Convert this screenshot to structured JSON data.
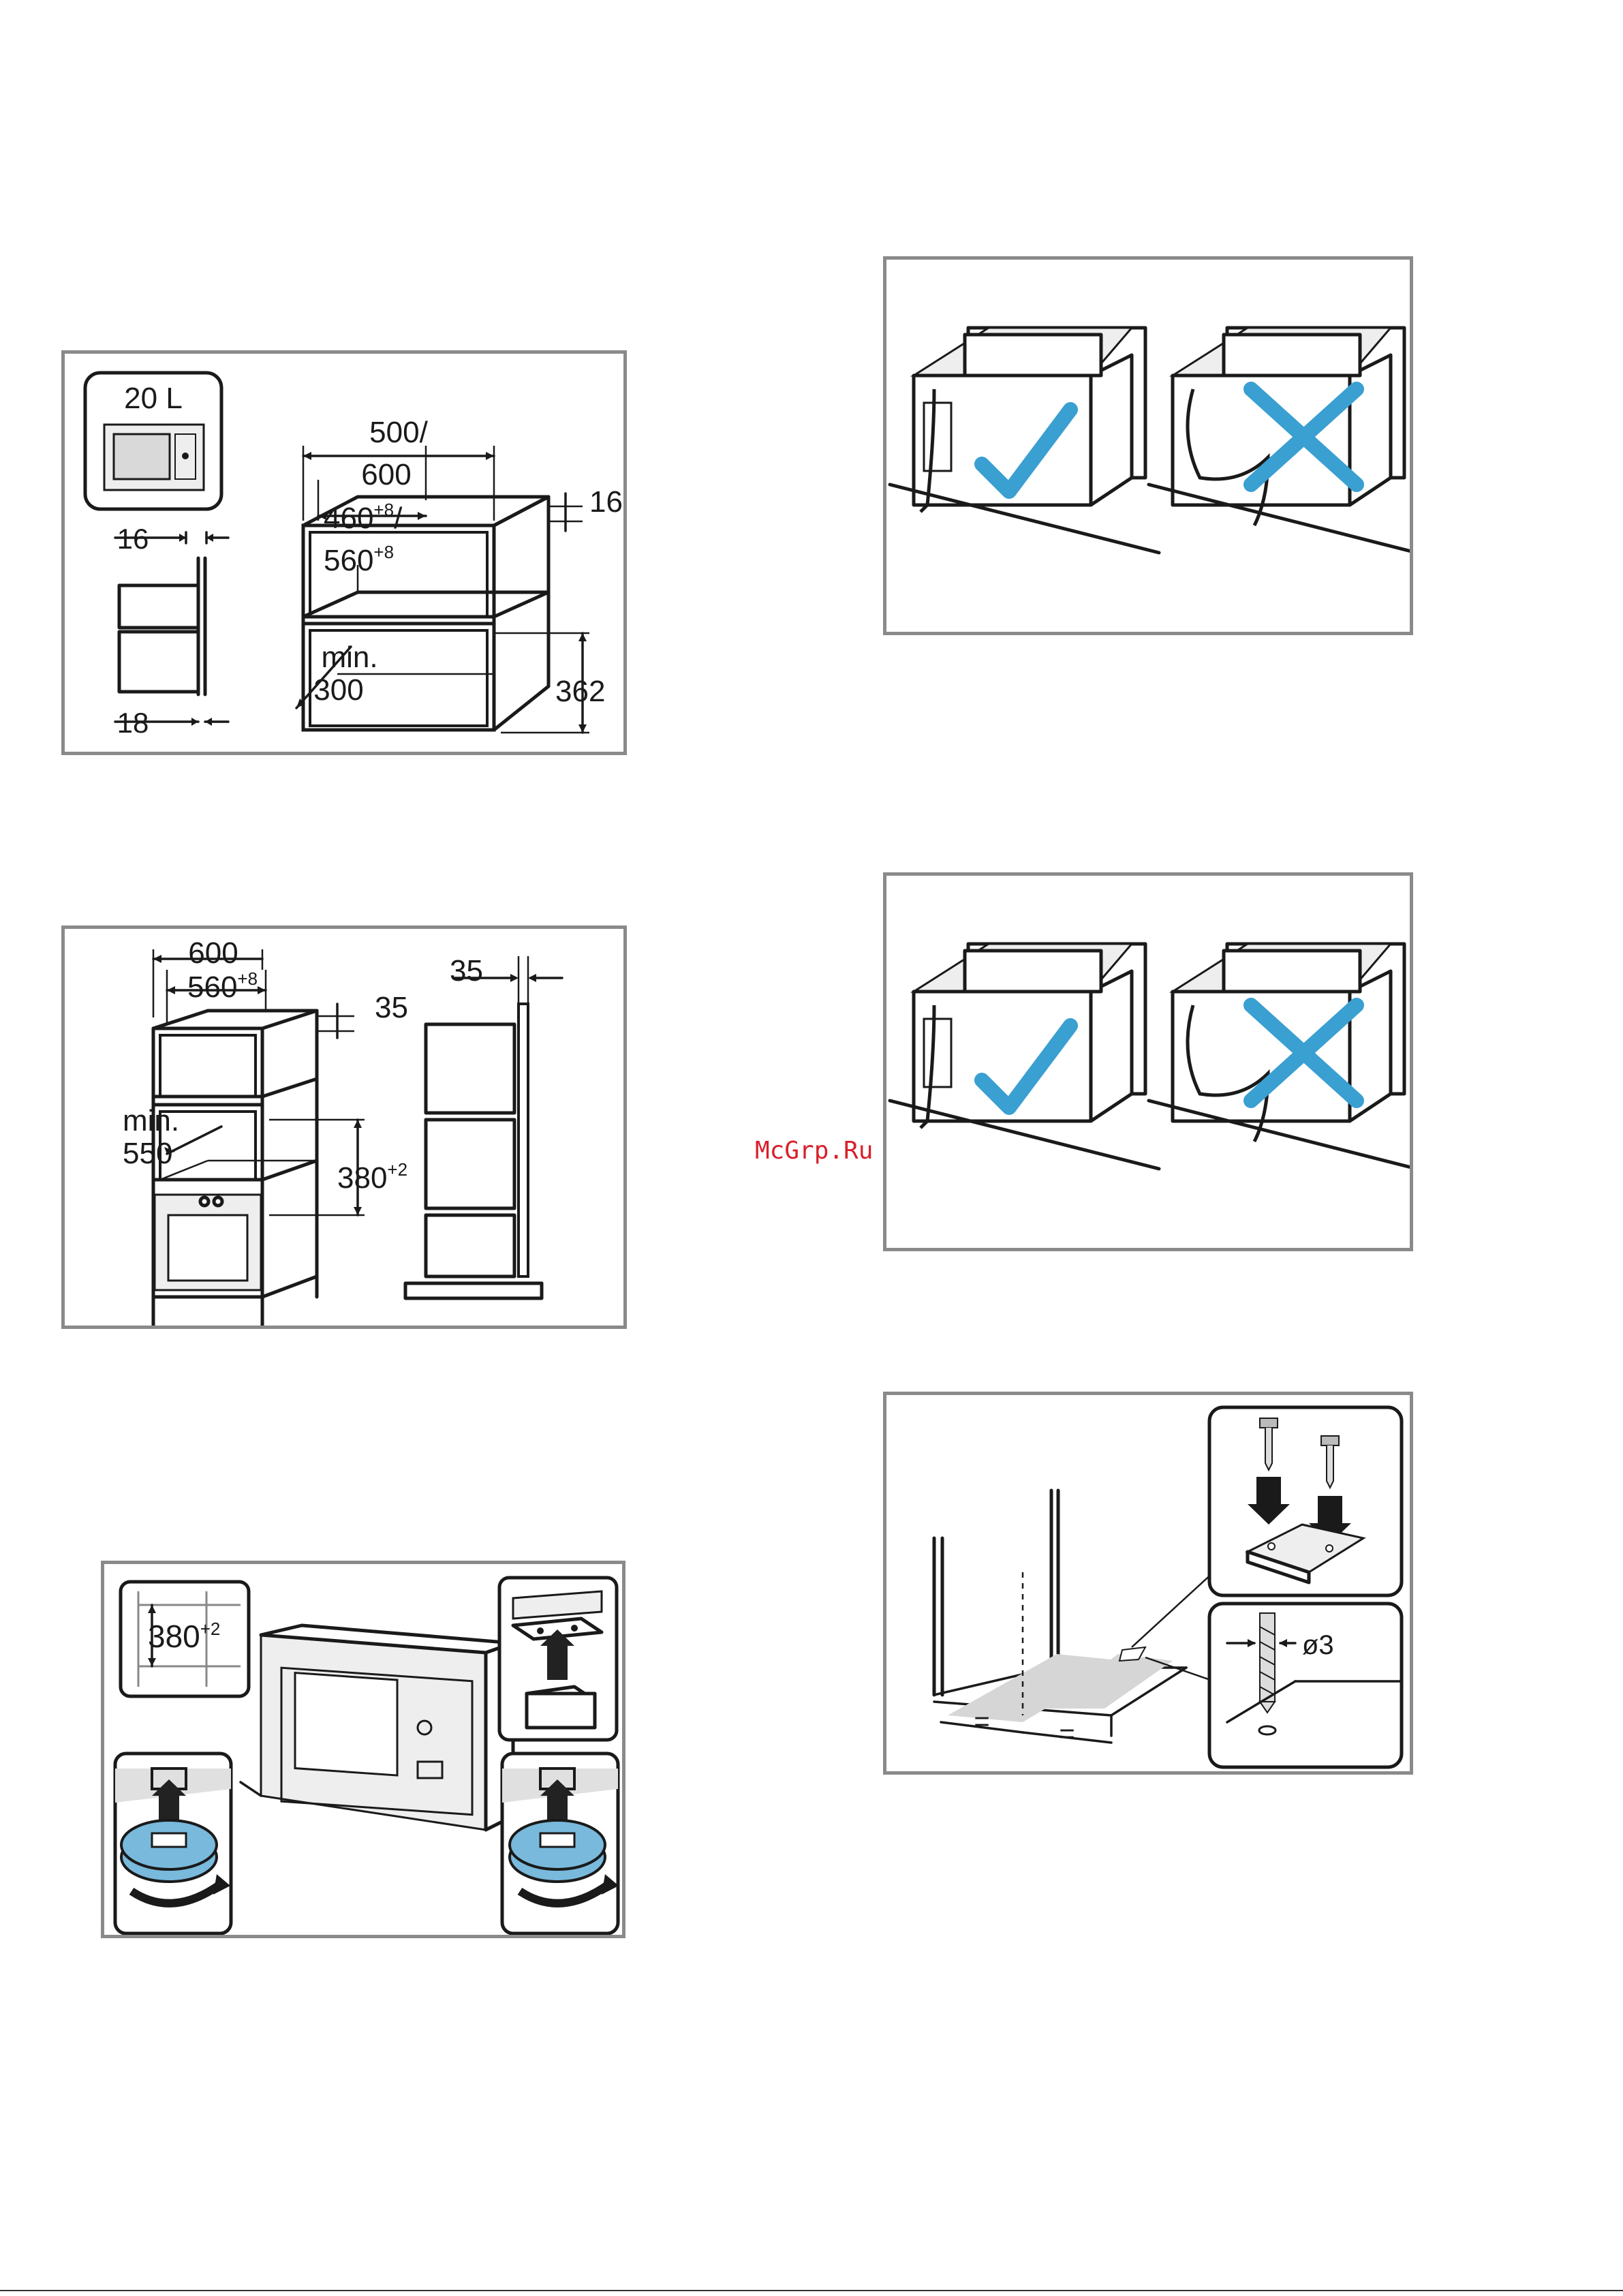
{
  "panel1": {
    "capacity": "20 L",
    "side_top": "16",
    "side_bottom": "18",
    "width_outer_a": "500/",
    "width_outer_b": "600",
    "width_inner_a": "460",
    "width_inner_a_sup": "+8",
    "width_inner_a_slash": "/",
    "width_inner_b": "560",
    "width_inner_b_sup": "+8",
    "top_thickness": "16",
    "depth_label_a": "min.",
    "depth_label_b": "300",
    "height": "362"
  },
  "panel2": {
    "width_outer": "600",
    "width_inner": "560",
    "width_inner_sup": "+8",
    "thickness": "35",
    "height_label_a": "min.",
    "height_label_b": "550",
    "niche_height": "380",
    "niche_height_sup": "+2",
    "side_thickness": "35"
  },
  "panel3": {
    "niche_height": "380",
    "niche_height_sup": "+2"
  },
  "panel6": {
    "drill": "ø3",
    "equal_left": "=",
    "equal_right": "="
  },
  "watermark": "McGrp.Ru",
  "colors": {
    "accent_blue": "#3a9fd1",
    "panel_border": "#8a8a8a"
  }
}
